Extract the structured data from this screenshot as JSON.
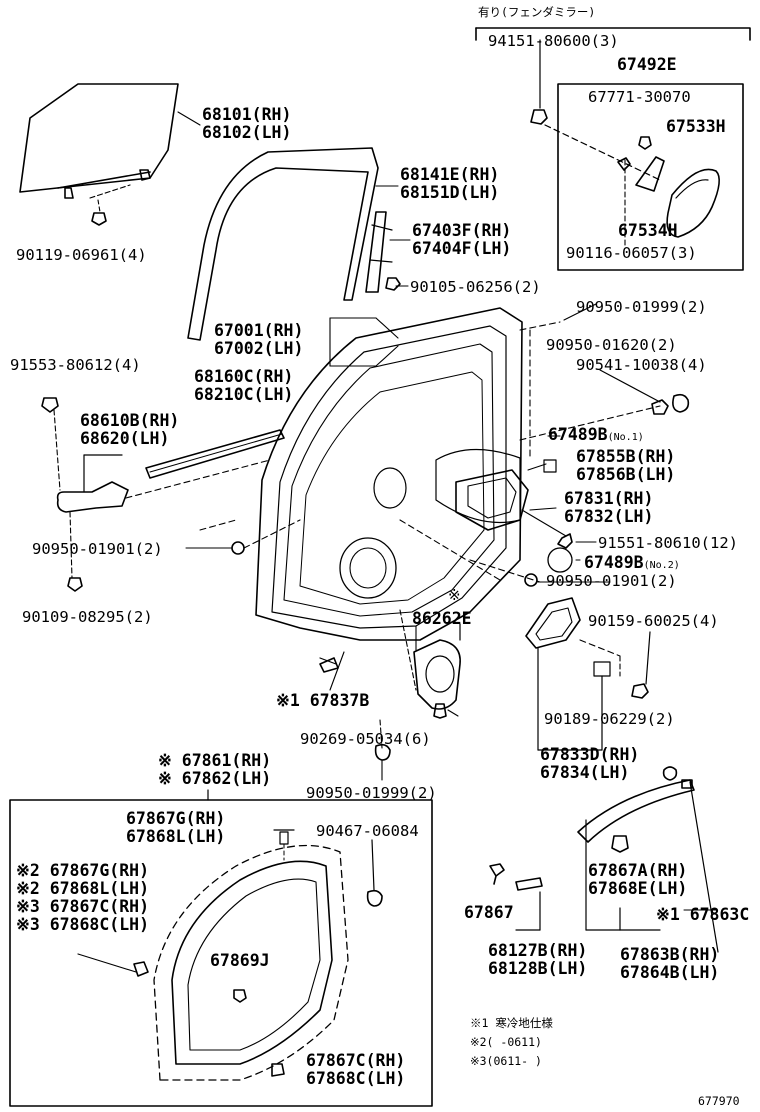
{
  "header_note": "有り(フェンダミラー)",
  "catalog_number": "677970",
  "parts": {
    "p94151": "94151-80600(3)",
    "p67492E": "67492E",
    "p67771": "67771-30070",
    "p67533H": "67533H",
    "p67534H": "67534H",
    "p90116": "90116-06057(3)",
    "p68101": "68101(RH)",
    "p68102": "68102(LH)",
    "p90119": "90119-06961(4)",
    "p68141E": "68141E(RH)",
    "p68151D": "68151D(LH)",
    "p67403F": "67403F(RH)",
    "p67404F": "67404F(LH)",
    "p90105": "90105-06256(2)",
    "p90950_1999a": "90950-01999(2)",
    "p67001": "67001(RH)",
    "p67002": "67002(LH)",
    "p90950_1620": "90950-01620(2)",
    "p90541": "90541-10038(4)",
    "p91553": "91553-80612(4)",
    "p68160C": "68160C(RH)",
    "p68210C": "68210C(LH)",
    "p68610B": "68610B(RH)",
    "p68620": "68620(LH)",
    "p67489B1": "67489B",
    "p67489B1_note": "(No.1)",
    "p67855B": "67855B(RH)",
    "p67856B": "67856B(LH)",
    "p67831": "67831(RH)",
    "p67832": "67832(LH)",
    "p90950_1901a": "90950-01901(2)",
    "p91551": "91551-80610(12)",
    "p67489B2": "67489B",
    "p67489B2_note": "(No.2)",
    "p90950_1901b": "90950-01901(2)",
    "p90109": "90109-08295(2)",
    "mark_asterisk": "※",
    "p86262E": "86262E",
    "p90159": "90159-60025(4)",
    "p67837B": "※1 67837B",
    "p90189": "90189-06229(2)",
    "p90269": "90269-05034(6)",
    "p67833D": "67833D(RH)",
    "p67834": "67834(LH)",
    "p90950_1999b": "90950-01999(2)",
    "p67861": "※ 67861(RH)",
    "p67862": "※ 67862(LH)",
    "p67867G": "67867G(RH)",
    "p67868L": "67868L(LH)",
    "p90467": "90467-06084",
    "p67867G2": "※2 67867G(RH)",
    "p67868L2": "※2 67868L(LH)",
    "p67867C3": "※3 67867C(RH)",
    "p67868C3": "※3 67868C(LH)",
    "p67869J": "67869J",
    "p67867Cb": "67867C(RH)",
    "p67868Cb": "67868C(LH)",
    "p67867A": "67867A(RH)",
    "p67868E": "67868E(LH)",
    "p67867": "67867",
    "p67863C": "※1 67863C",
    "p68127B": "68127B(RH)",
    "p68128B": "68128B(LH)",
    "p67863B": "67863B(RH)",
    "p67864B": "67864B(LH)"
  },
  "notes": {
    "n1": "※1 寒冷地仕様",
    "n2": "※2(    -0611)",
    "n3": "※3(0611-    )"
  }
}
